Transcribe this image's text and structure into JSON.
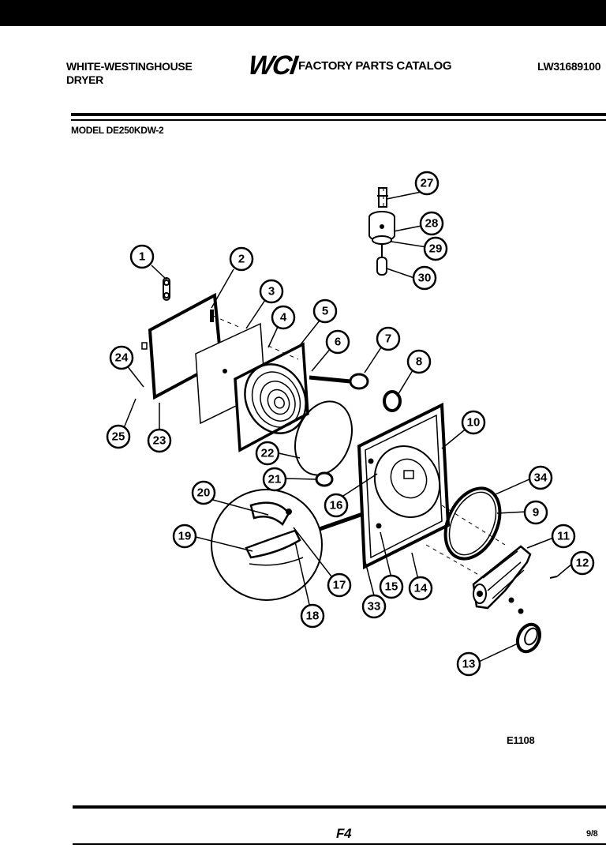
{
  "header": {
    "brand_line1": "WHITE-WESTINGHOUSE",
    "brand_line2": "DRYER",
    "logo_text": "WCI",
    "catalog_title": "FACTORY PARTS CATALOG",
    "catalog_number": "LW31689100",
    "model_label": "MODEL DE250KDW-2"
  },
  "diagram": {
    "callouts": [
      "1",
      "2",
      "3",
      "4",
      "5",
      "6",
      "7",
      "8",
      "9",
      "10",
      "11",
      "12",
      "13",
      "14",
      "15",
      "16",
      "17",
      "18",
      "19",
      "20",
      "21",
      "22",
      "23",
      "24",
      "25",
      "27",
      "28",
      "29",
      "30",
      "33",
      "34"
    ],
    "drawing_code": "E1108"
  },
  "footer": {
    "page_label": "F4",
    "date_fragment": "9/8"
  }
}
